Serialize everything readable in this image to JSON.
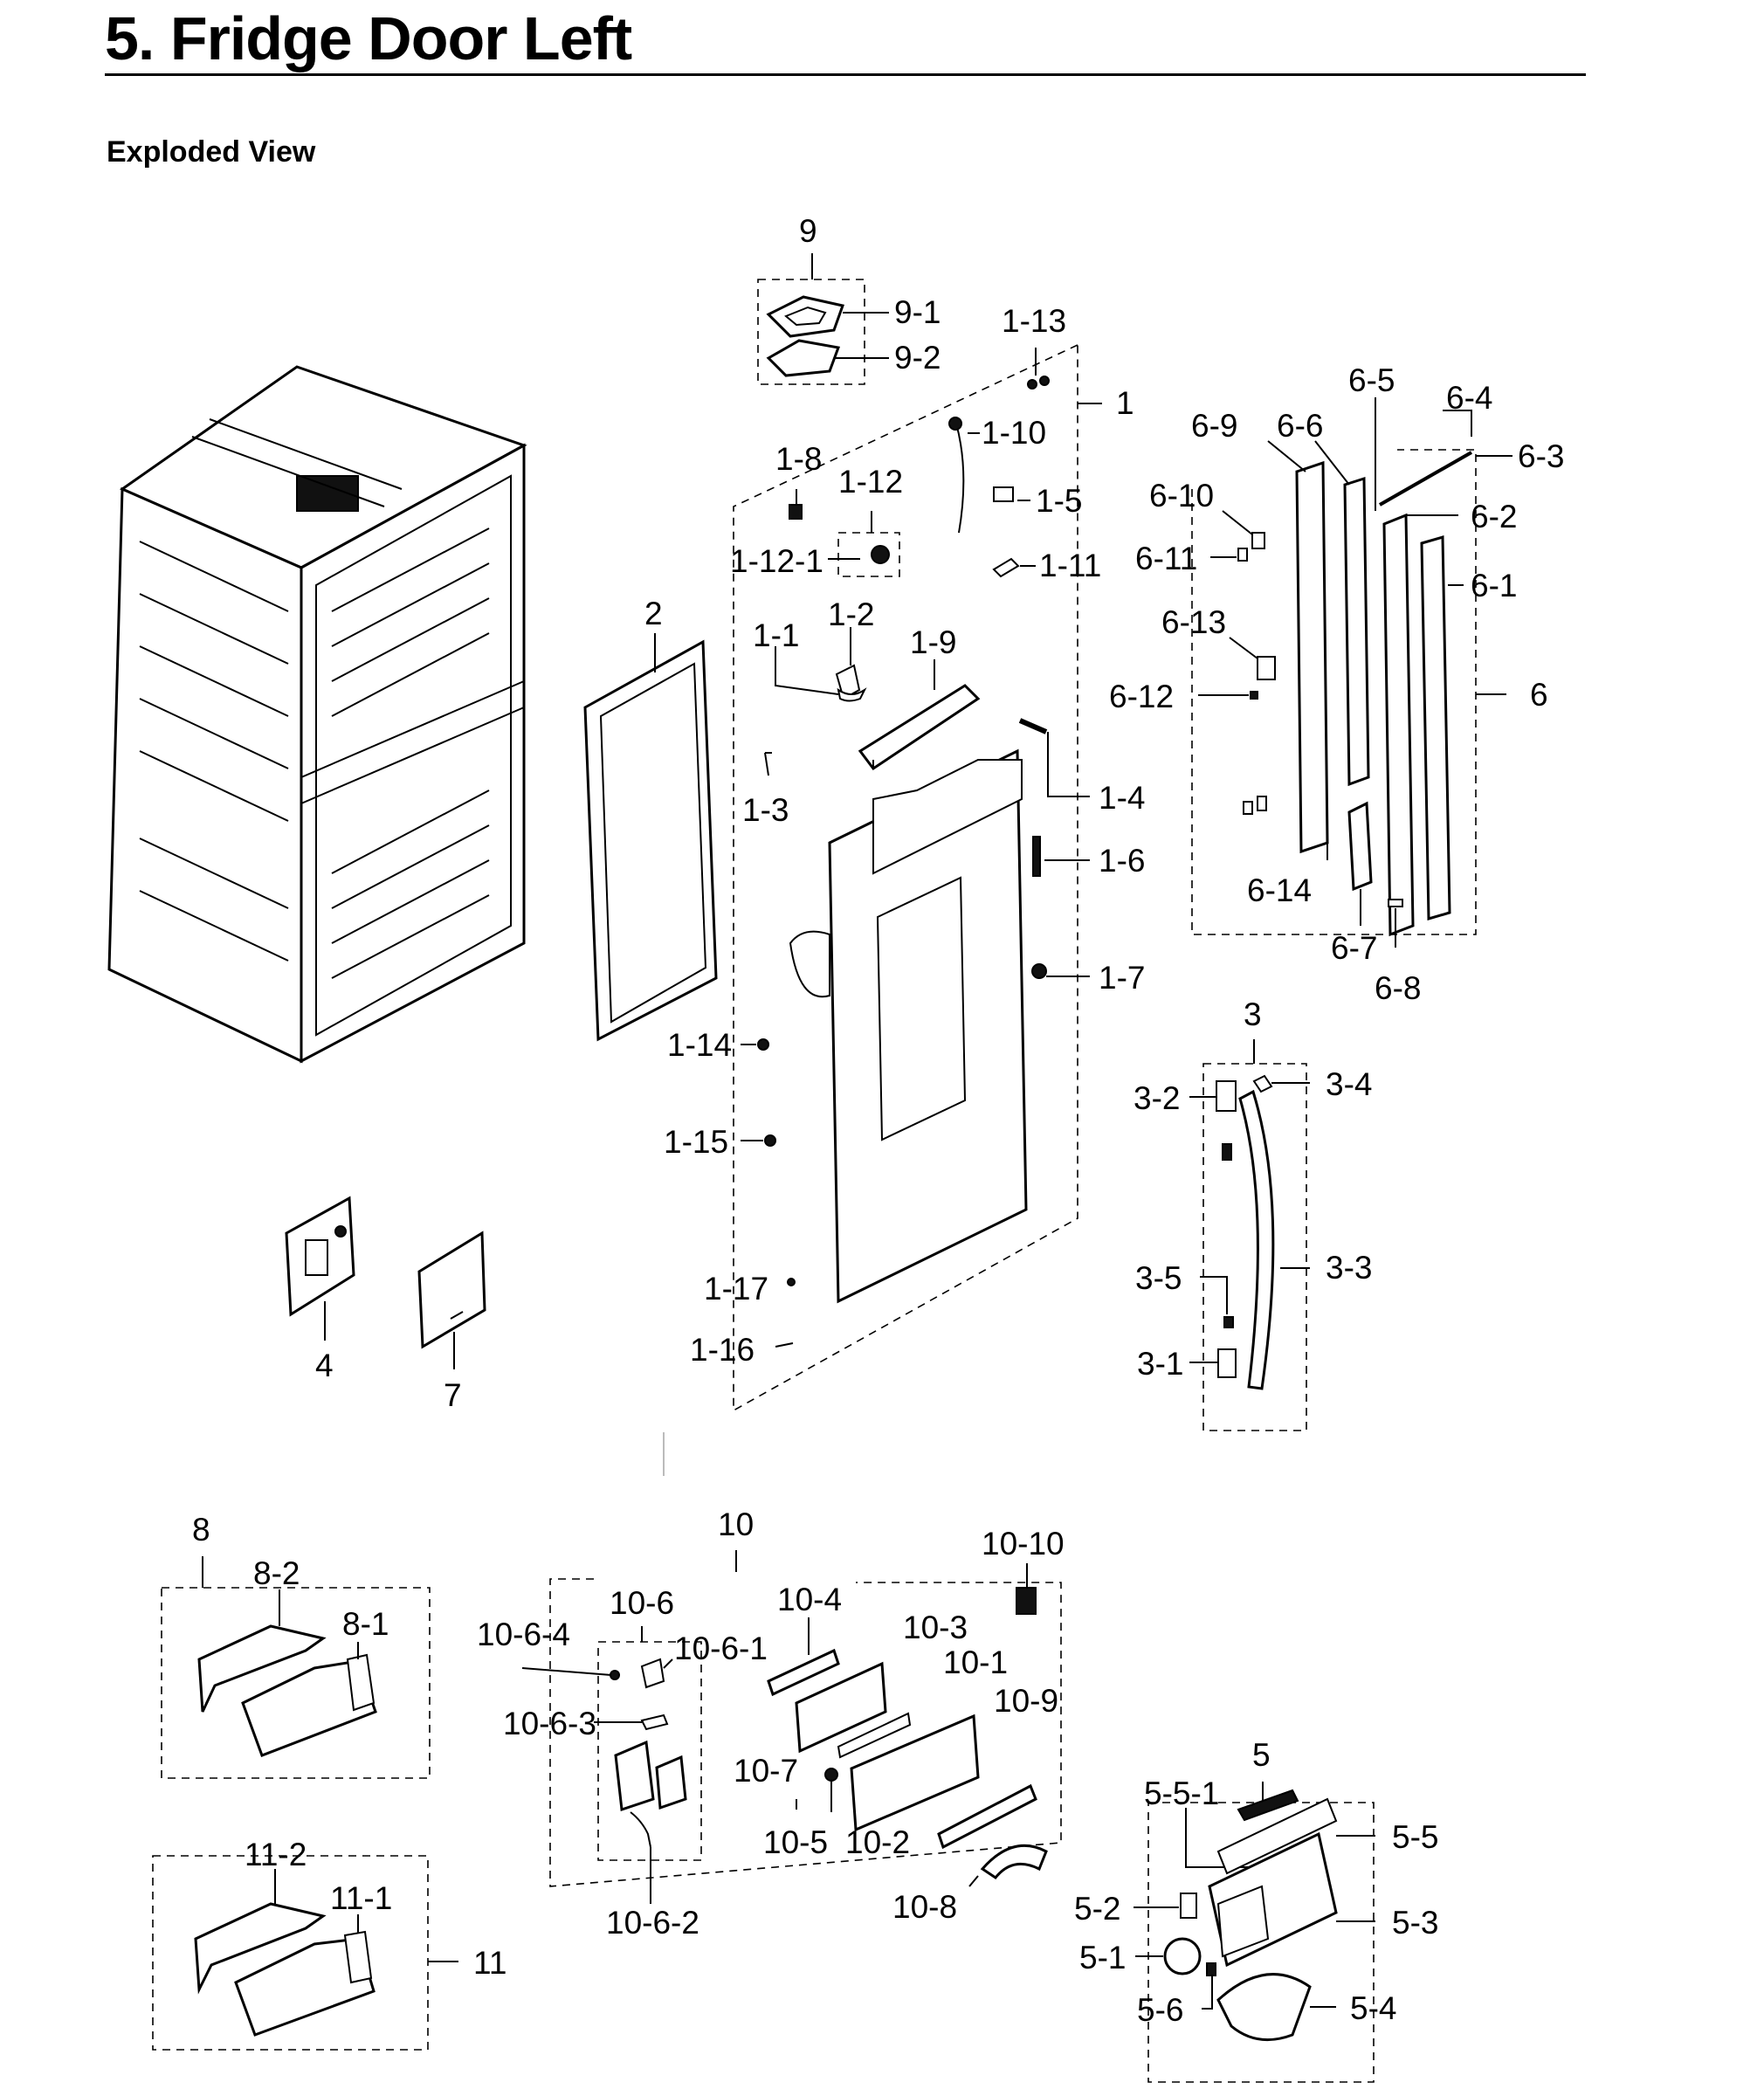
{
  "header": {
    "title": "5.  Fridge Door Left",
    "subtitle": "Exploded View"
  },
  "callouts": {
    "c9": "9",
    "c9_1": "9-1",
    "c9_2": "9-2",
    "c1_13": "1-13",
    "c1": "1",
    "c1_10": "1-10",
    "c1_5": "1-5",
    "c1_11": "1-11",
    "c1_8": "1-8",
    "c1_12": "1-12",
    "c1_12_1": "1-12-1",
    "c2": "2",
    "c1_1": "1-1",
    "c1_2": "1-2",
    "c1_9": "1-9",
    "c1_3": "1-3",
    "c1_4": "1-4",
    "c1_6": "1-6",
    "c1_7": "1-7",
    "c1_14": "1-14",
    "c1_15": "1-15",
    "c1_17": "1-17",
    "c1_16": "1-16",
    "c6_5": "6-5",
    "c6_4": "6-4",
    "c6_9": "6-9",
    "c6_6": "6-6",
    "c6_3": "6-3",
    "c6_10": "6-10",
    "c6_2": "6-2",
    "c6_11": "6-11",
    "c6_1": "6-1",
    "c6_13": "6-13",
    "c6_12": "6-12",
    "c6": "6",
    "c6_14": "6-14",
    "c6_7": "6-7",
    "c6_8": "6-8",
    "c3": "3",
    "c3_2": "3-2",
    "c3_4": "3-4",
    "c3_3": "3-3",
    "c3_5": "3-5",
    "c3_1": "3-1",
    "c4": "4",
    "c7": "7",
    "c8": "8",
    "c8_2": "8-2",
    "c8_1": "8-1",
    "c10": "10",
    "c10_10": "10-10",
    "c10_6": "10-6",
    "c10_4": "10-4",
    "c10_6_4": "10-6-4",
    "c10_3": "10-3",
    "c10_6_1": "10-6-1",
    "c10_1": "10-1",
    "c10_9": "10-9",
    "c10_6_3": "10-6-3",
    "c10_7": "10-7",
    "c10_5": "10-5",
    "c10_2": "10-2",
    "c10_6_2": "10-6-2",
    "c10_8": "10-8",
    "c11_2": "11-2",
    "c11_1": "11-1",
    "c11": "11",
    "c5": "5",
    "c5_5_1": "5-5-1",
    "c5_5": "5-5",
    "c5_2": "5-2",
    "c5_3": "5-3",
    "c5_1": "5-1",
    "c5_6": "5-6",
    "c5_4": "5-4"
  }
}
